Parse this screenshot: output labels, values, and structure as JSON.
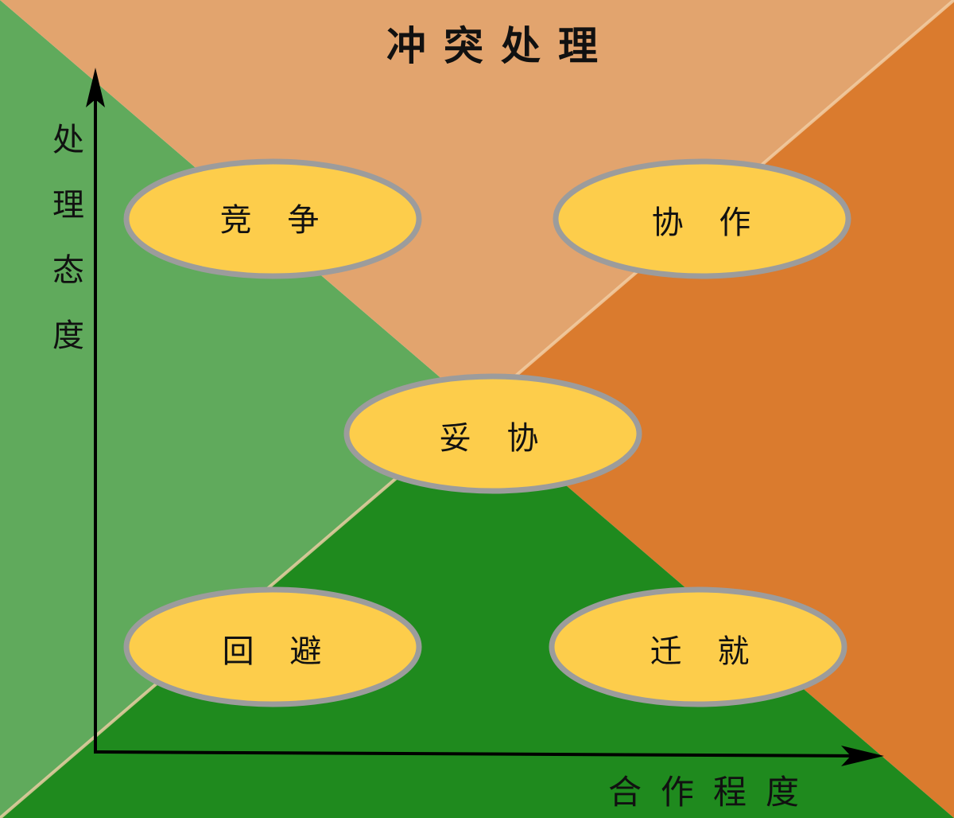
{
  "title": "冲突处理",
  "y_axis_label": "处理态度",
  "x_axis_label": "合作程度",
  "strategies": [
    {
      "label": "竞 争"
    },
    {
      "label": "协 作"
    },
    {
      "label": "妥 协"
    },
    {
      "label": "回 避"
    },
    {
      "label": "迁 就"
    }
  ],
  "colors": {
    "left": "#60aa5c",
    "top": "#e2a46e",
    "right": "#da7b2e",
    "bottom": "#1f8a1e",
    "ellipse_fill": "#fdcd4b",
    "ellipse_stroke": "#9c9c9c"
  }
}
